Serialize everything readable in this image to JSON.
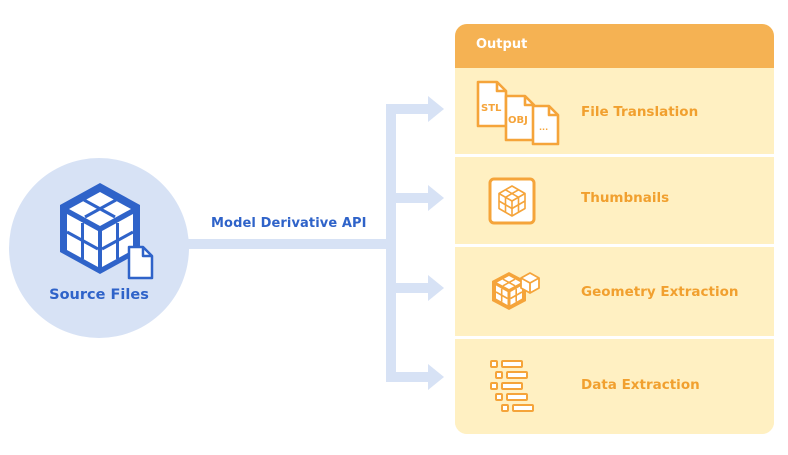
{
  "diagram": {
    "source": {
      "label": "Source Files",
      "icon": "cube-with-file-icon"
    },
    "connector": {
      "label": "Model Derivative API"
    },
    "output": {
      "title": "Output",
      "items": [
        {
          "label": "File Translation",
          "icon": "file-formats-icon",
          "file_tags": [
            "STL",
            "OBJ",
            "..."
          ]
        },
        {
          "label": "Thumbnails",
          "icon": "cube-thumbnail-icon"
        },
        {
          "label": "Geometry Extraction",
          "icon": "geometry-cubes-icon"
        },
        {
          "label": "Data Extraction",
          "icon": "data-tree-icon"
        }
      ]
    },
    "colors": {
      "blue": "#2f63c9",
      "light_blue": "#d7e2f5",
      "orange": "#f5b253",
      "orange_text": "#f1a02f",
      "cream": "#fff0c2"
    }
  }
}
